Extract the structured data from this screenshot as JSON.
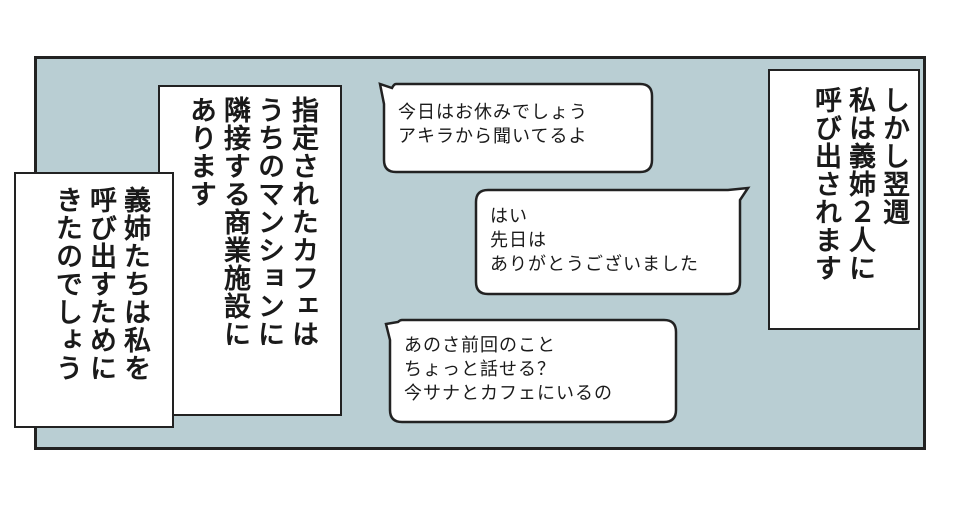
{
  "colors": {
    "panel": "#b9ced3",
    "ink": "#222222",
    "bubble": "#ffffff"
  },
  "narration": {
    "right": "しかし翌週\n私は義姉２人に\n呼び出されます",
    "left_top": "指定されたカフェは\nうちのマンションに\n隣接する商業施設に\nあります",
    "left_bottom": "義姉たちは私を\n呼び出すために\nきたのでしょう"
  },
  "bubbles": {
    "bubble1": "今日はお休みでしょう\nアキラから聞いてるよ",
    "bubble2": "はい\n先日は\nありがとうございました",
    "bubble3": "あのさ前回のこと\nちょっと話せる？\n今サナとカフェにいるの"
  }
}
